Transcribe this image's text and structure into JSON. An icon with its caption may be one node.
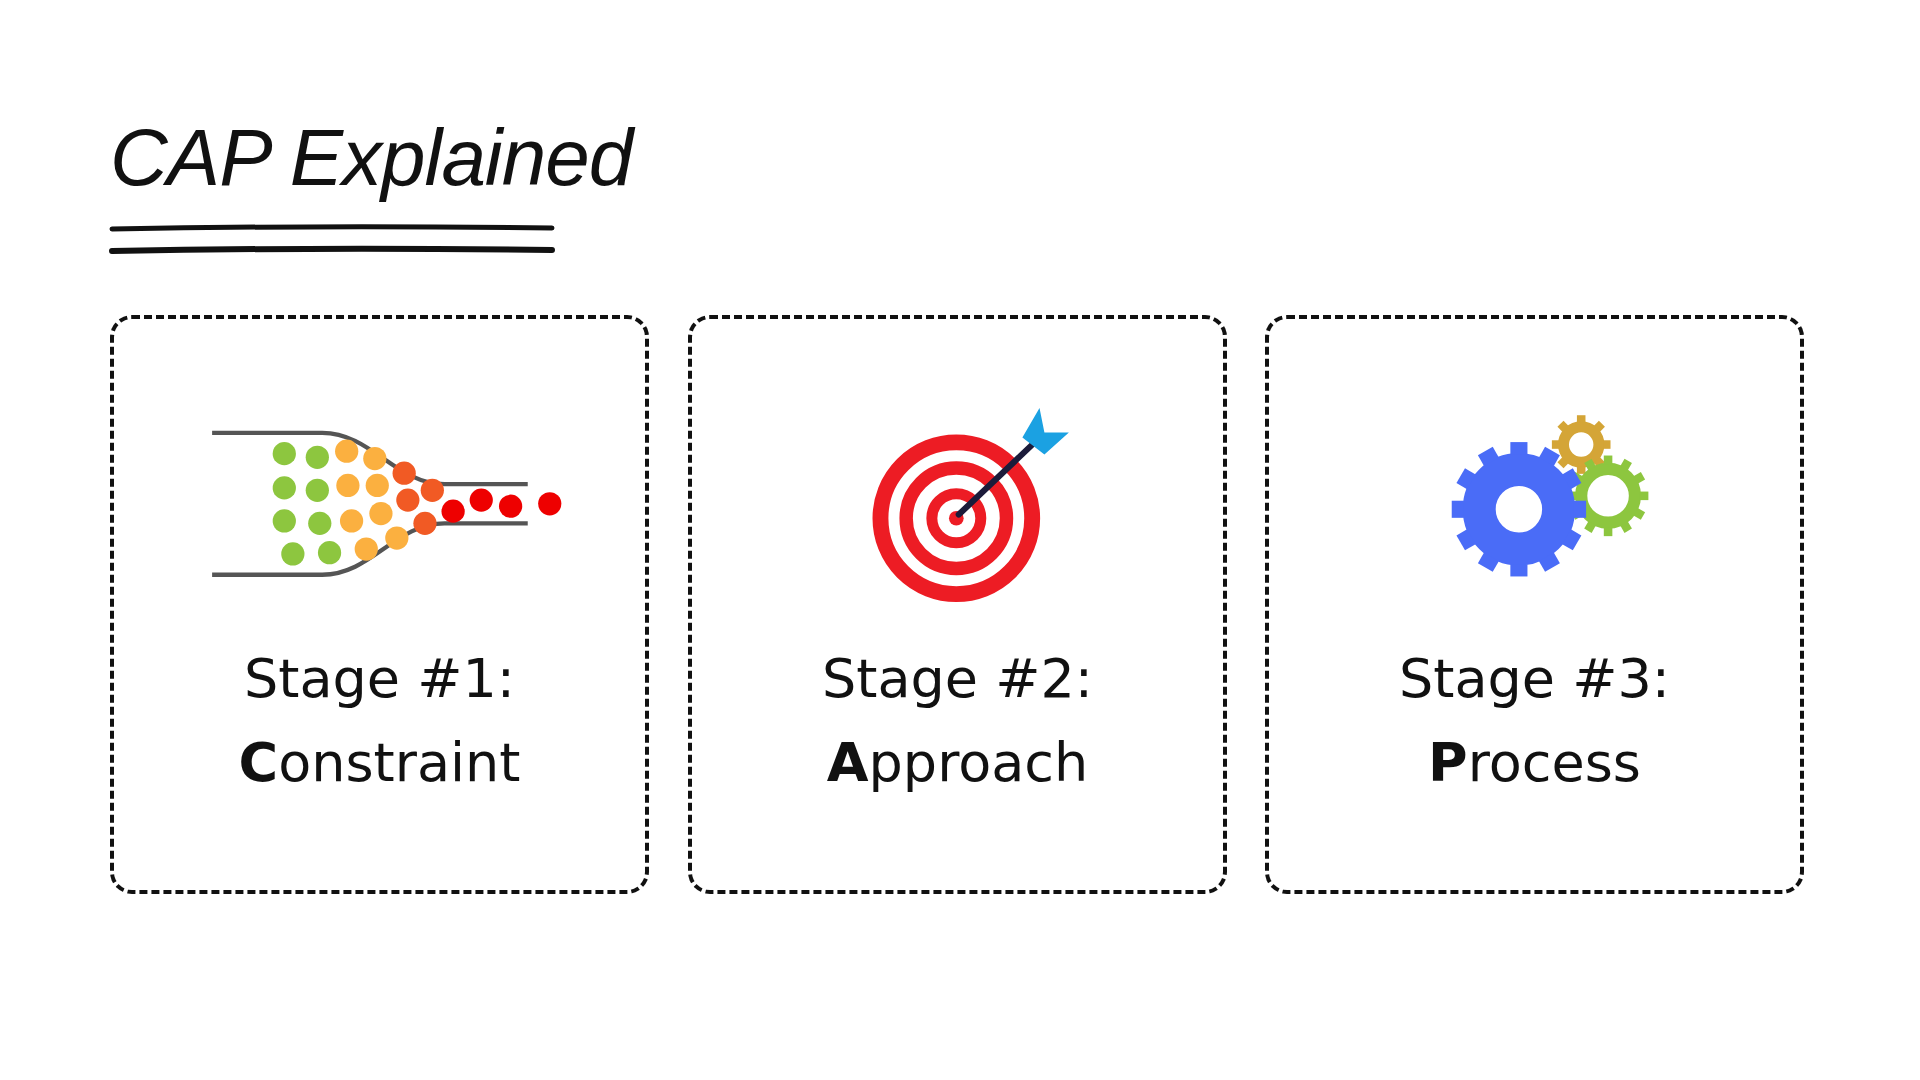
{
  "diagram": {
    "title": "CAP Explained",
    "nodes": [
      {
        "text": [
          "Stage #1: **C**onstraint"
        ]
      },
      {
        "text": [
          "Stage #2: **A**pproach"
        ]
      },
      {
        "text": [
          "Stage #3: **P**rocess"
        ]
      }
    ],
    "edges": []
  }
}
